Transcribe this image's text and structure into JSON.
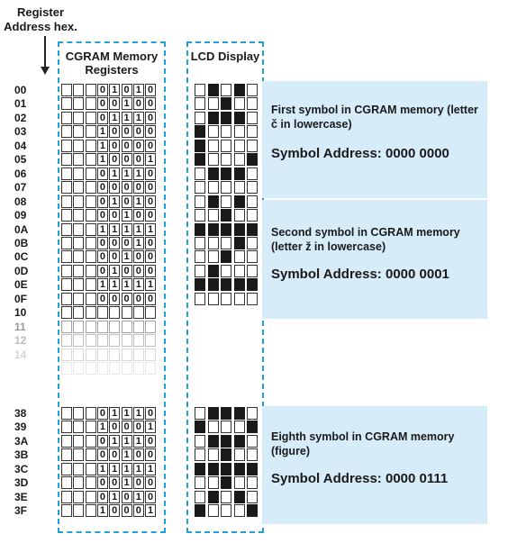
{
  "header": {
    "register_address_label": "Register Address hex.",
    "cgram_title": "CGRAM Memory Registers",
    "lcd_title": "LCD Display"
  },
  "colors": {
    "dashed_border": "#1fa0d6",
    "panel_background": "#d6ecf8",
    "pixel_on": "#1a1a1a",
    "pixel_off": "#ffffff"
  },
  "rows": [
    {
      "address": "00",
      "bits": "01010",
      "style": "normal"
    },
    {
      "address": "01",
      "bits": "00100",
      "style": "normal"
    },
    {
      "address": "02",
      "bits": "01110",
      "style": "normal"
    },
    {
      "address": "03",
      "bits": "10000",
      "style": "normal"
    },
    {
      "address": "04",
      "bits": "10000",
      "style": "normal"
    },
    {
      "address": "05",
      "bits": "10001",
      "style": "normal"
    },
    {
      "address": "06",
      "bits": "01110",
      "style": "normal"
    },
    {
      "address": "07",
      "bits": "00000",
      "style": "normal"
    },
    {
      "address": "08",
      "bits": "01010",
      "style": "normal"
    },
    {
      "address": "09",
      "bits": "00100",
      "style": "normal"
    },
    {
      "address": "0A",
      "bits": "11111",
      "style": "normal"
    },
    {
      "address": "0B",
      "bits": "00010",
      "style": "normal"
    },
    {
      "address": "0C",
      "bits": "00100",
      "style": "normal"
    },
    {
      "address": "0D",
      "bits": "01000",
      "style": "normal"
    },
    {
      "address": "0E",
      "bits": "11111",
      "style": "normal"
    },
    {
      "address": "0F",
      "bits": "00000",
      "style": "normal"
    },
    {
      "address": "10",
      "bits": "",
      "style": "empty"
    },
    {
      "address": "11",
      "bits": "",
      "style": "faded1"
    },
    {
      "address": "12",
      "bits": "",
      "style": "faded2"
    },
    {
      "address": "14",
      "bits": "",
      "style": "faded3"
    },
    {
      "address": "",
      "bits": "",
      "style": "faded4"
    },
    {
      "address": "38",
      "bits": "01110",
      "style": "normal"
    },
    {
      "address": "39",
      "bits": "10001",
      "style": "normal"
    },
    {
      "address": "3A",
      "bits": "01110",
      "style": "normal"
    },
    {
      "address": "3B",
      "bits": "00100",
      "style": "normal"
    },
    {
      "address": "3C",
      "bits": "11111",
      "style": "normal"
    },
    {
      "address": "3D",
      "bits": "00100",
      "style": "normal"
    },
    {
      "address": "3E",
      "bits": "01010",
      "style": "normal"
    },
    {
      "address": "3F",
      "bits": "10001",
      "style": "normal"
    }
  ],
  "symbols": [
    {
      "description": "First symbol in  CGRAM memory (letter č in lowercase)",
      "address": "Symbol Address: 0000 0000"
    },
    {
      "description": "Second symbol in  CGRAM memory (letter ž in lowercase)",
      "address": "Symbol Address: 0000 0001"
    },
    {
      "description": "Eighth symbol in CGRAM memory (figure)",
      "address": "Symbol Address: 0000 0111"
    }
  ]
}
